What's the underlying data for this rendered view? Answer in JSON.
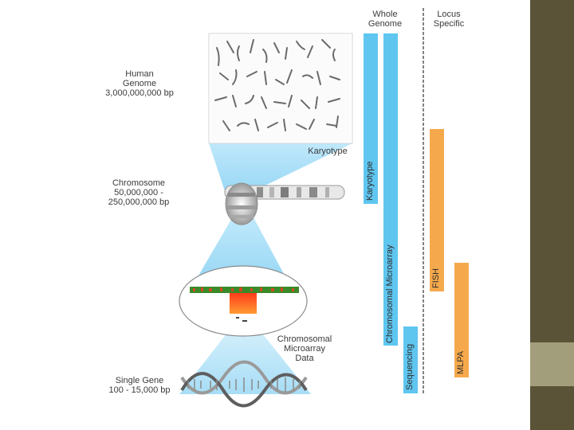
{
  "headers": {
    "whole_genome_1": "Whole",
    "whole_genome_2": "Genome",
    "locus_specific_1": "Locus",
    "locus_specific_2": "Specific"
  },
  "levels": {
    "human_genome": [
      "Human",
      "Genome",
      "3,000,000,000 bp"
    ],
    "chromosome": [
      "Chromosome",
      "50,000,000 -",
      "250,000,000 bp"
    ],
    "single_gene": [
      "Single Gene",
      "100 - 15,000 bp"
    ]
  },
  "captions": {
    "karyotype": "Karyotype",
    "microarray_data": [
      "Chromosomal",
      "Microarray",
      "Data"
    ]
  },
  "bars": {
    "karyotype": "Karyotype",
    "chromosomal_microarray": "Chromosomal Microarray",
    "sequencing": "Sequencing",
    "fish": "FISH",
    "mlpa": "MLPA"
  },
  "colors": {
    "whole_genome_bar": "#5fc6f0",
    "locus_bar": "#f6a94c",
    "side_strip": "#5b5338",
    "side_accent": "#a29e7c"
  }
}
